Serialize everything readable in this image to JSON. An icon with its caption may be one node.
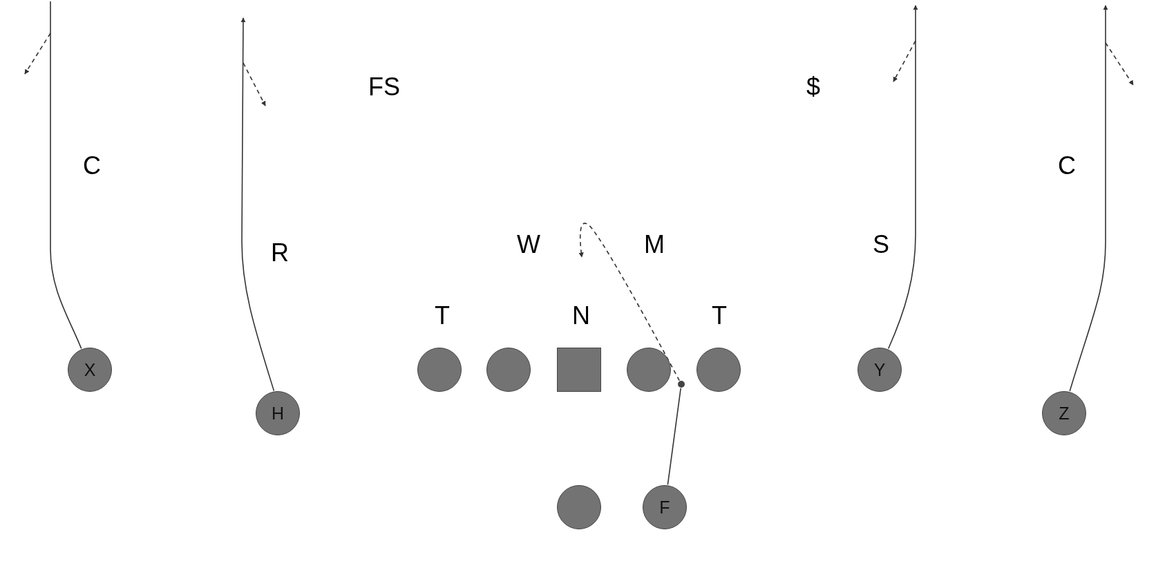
{
  "diagram": {
    "nodes": [
      {
        "text": [
          "X"
        ]
      },
      {
        "text": [],
        "shape": "circle"
      },
      {
        "text": [],
        "shape": "circle"
      },
      {
        "text": [],
        "shape": "box"
      },
      {
        "text": [],
        "shape": "circle"
      },
      {
        "text": [],
        "shape": "circle"
      },
      {
        "text": [
          "Y"
        ]
      },
      {
        "text": [
          "H"
        ]
      },
      {
        "text": [
          "Z"
        ]
      },
      {
        "text": [],
        "shape": "circle"
      },
      {
        "text": [],
        "shape": "circle"
      },
      {
        "text": [
          "F"
        ]
      }
    ],
    "edges": [
      {
        "from": 0,
        "to": null,
        "arrow": "none"
      },
      {
        "from": 7,
        "to": null,
        "arrow": "to"
      },
      {
        "from": 6,
        "to": null,
        "arrow": "to"
      },
      {
        "from": 8,
        "to": null,
        "arrow": "to"
      },
      {
        "from": 11,
        "to": 9,
        "arrow": "none"
      },
      {
        "from": 9,
        "to": null,
        "arrow": "to",
        "style": "dashed"
      }
    ],
    "labels": [
      "FS",
      "$",
      "C",
      "C",
      "W",
      "M",
      "S",
      "R",
      "T",
      "N",
      "T"
    ]
  }
}
